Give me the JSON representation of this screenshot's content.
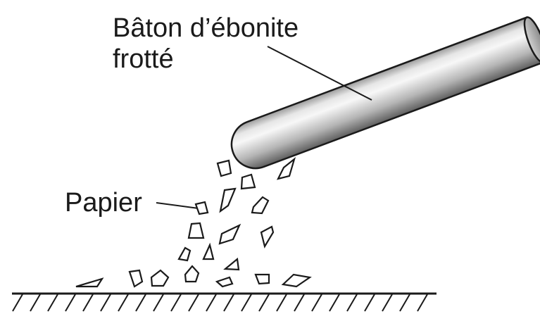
{
  "labels": {
    "rod_line1": "Bâton d’ébonite",
    "rod_line2": "frotté",
    "paper": "Papier"
  },
  "colors": {
    "ink": "#1a1a1a",
    "rod_light": "#f4f4f4",
    "rod_dark": "#6e6e6e"
  }
}
